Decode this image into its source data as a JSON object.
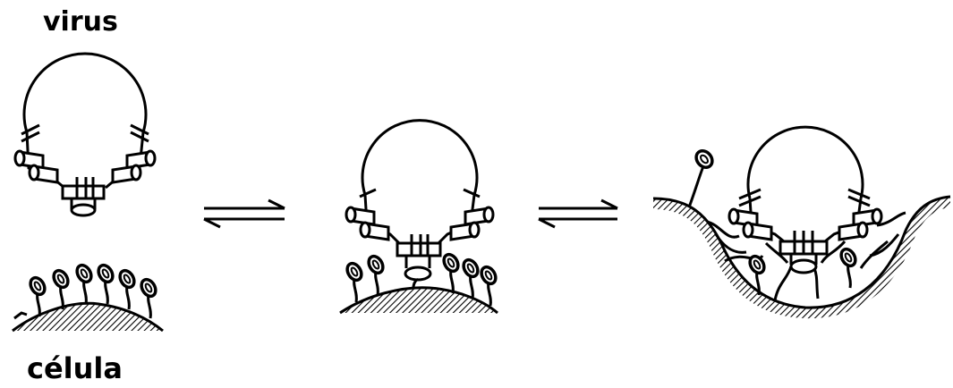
{
  "labels": {
    "virus": "virus",
    "cell": "célula"
  },
  "colors": {
    "ink": "#000000",
    "background": "#ffffff"
  },
  "stages": [
    {
      "name": "free-virus-and-cell"
    },
    {
      "name": "virus-bound-to-receptor"
    },
    {
      "name": "virus-engulfed-in-membrane"
    }
  ],
  "arrows": [
    {
      "name": "reversible-arrow-1",
      "type": "equilibrium"
    },
    {
      "name": "reversible-arrow-2",
      "type": "equilibrium"
    }
  ]
}
